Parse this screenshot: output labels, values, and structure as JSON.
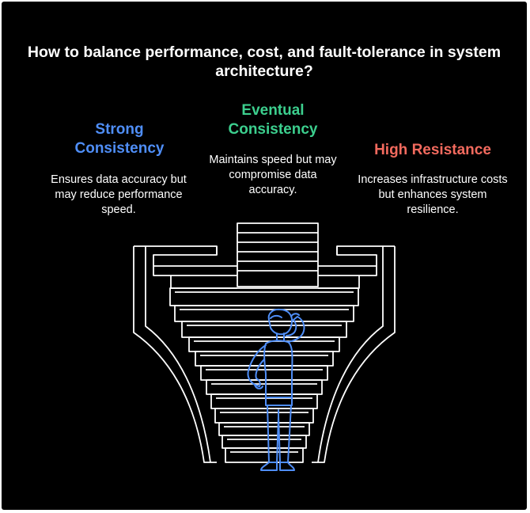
{
  "title": "How to balance performance, cost, and fault-tolerance in system architecture?",
  "options": [
    {
      "heading": "Strong Consistency",
      "description": "Ensures data accuracy but may reduce performance speed.",
      "color": "#4f8ef7"
    },
    {
      "heading": "Eventual Consistency",
      "description": "Maintains speed but may compromise data accuracy.",
      "color": "#3ccf8e"
    },
    {
      "heading": "High Resistance",
      "description": "Increases infrastructure costs but enhances system resilience.",
      "color": "#f26a5e"
    }
  ],
  "colors": {
    "background": "#000000",
    "structure": "#ffffff",
    "person": "#4f8ef7"
  },
  "icons": {
    "person": "thinking-person-icon",
    "staircase": "staircase-funnel-icon"
  }
}
